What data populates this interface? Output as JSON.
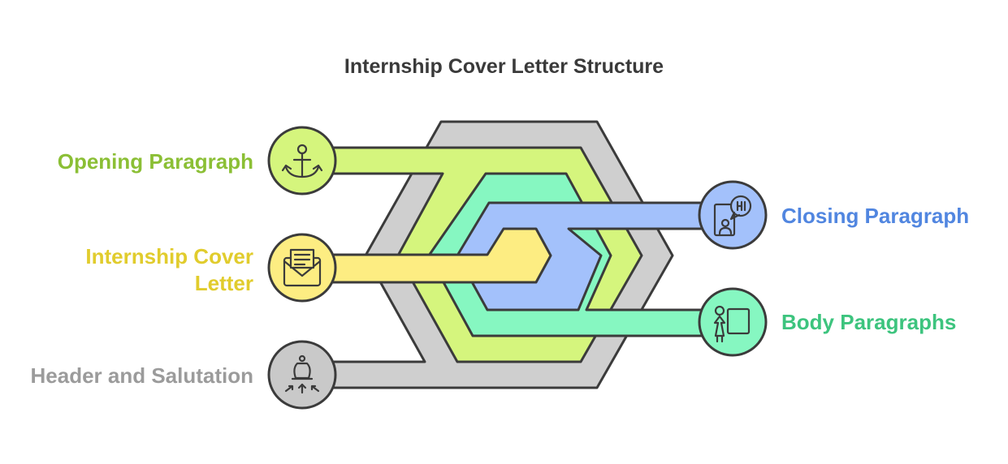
{
  "title": "Internship Cover Letter Structure",
  "stages": [
    {
      "id": "opening",
      "label": "Opening Paragraph",
      "color": "#8bbf35",
      "fill": "#d5f57d",
      "icon": "anchor-icon"
    },
    {
      "id": "center",
      "label_lines": [
        "Internship Cover",
        "Letter"
      ],
      "color": "#e1cc2d",
      "fill": "#fded82",
      "icon": "envelope-letter-icon"
    },
    {
      "id": "header",
      "label": "Header and Salutation",
      "color": "#9b9b9b",
      "fill": "#c9c9c9",
      "icon": "bell-arrows-icon"
    },
    {
      "id": "closing",
      "label": "Closing Paragraph",
      "color": "#5186e0",
      "fill": "#a3c1fb",
      "icon": "speech-bubble-person-icon"
    },
    {
      "id": "body",
      "label": "Body Paragraphs",
      "color": "#3dc47e",
      "fill": "#86f7c1",
      "icon": "person-board-icon"
    }
  ]
}
